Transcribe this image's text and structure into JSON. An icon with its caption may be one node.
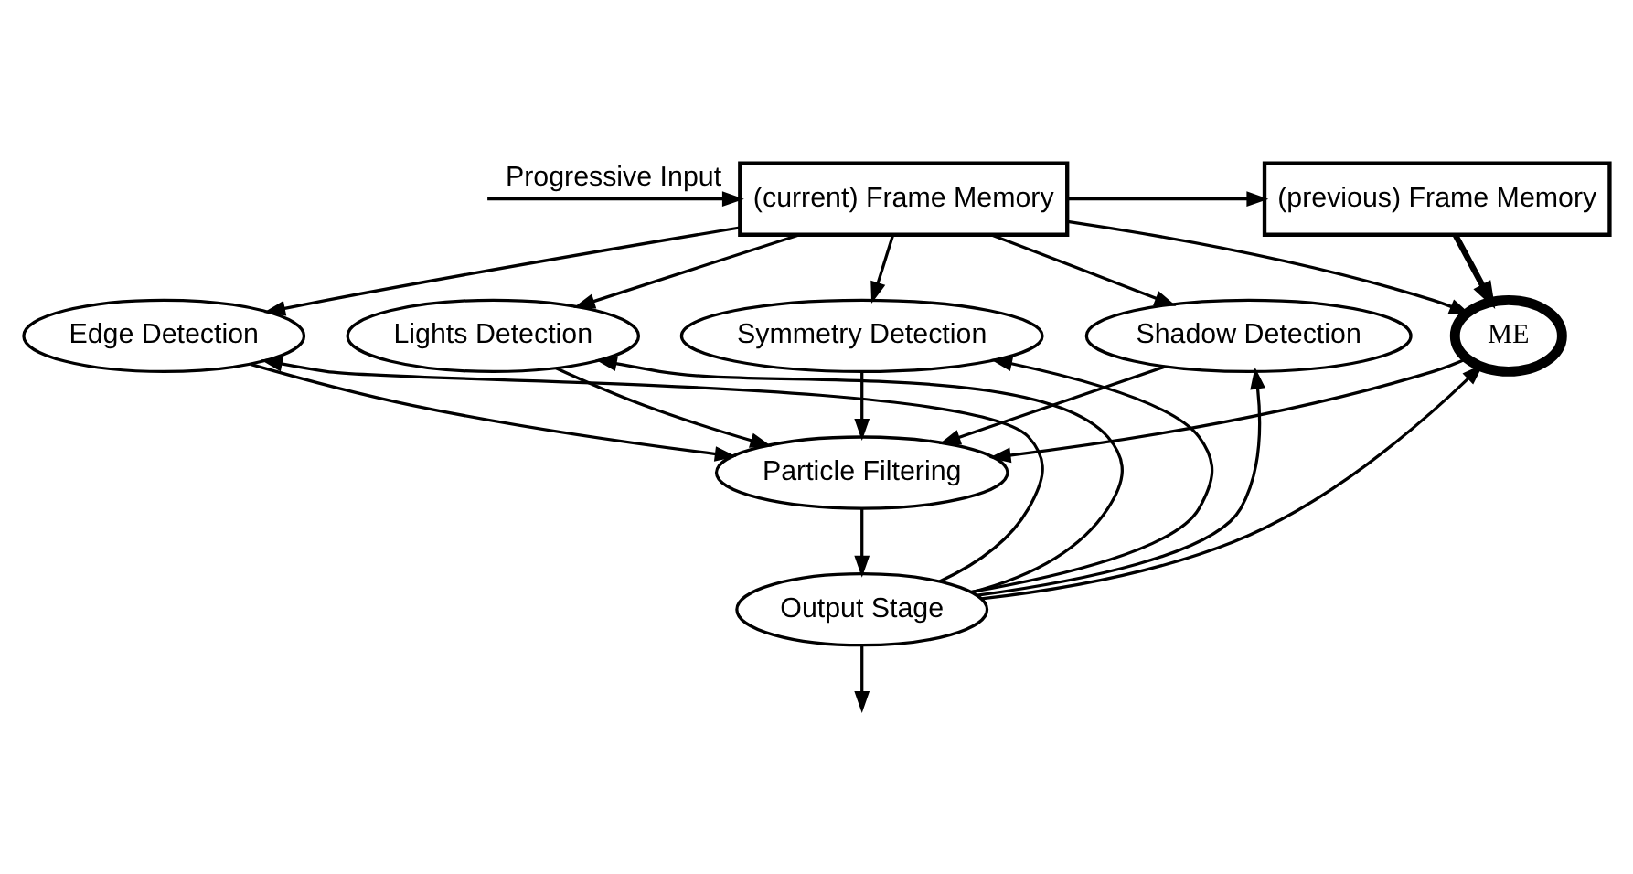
{
  "diagram": {
    "nodes": [
      {
        "text": [
          "(current) Frame Memory"
        ]
      },
      {
        "text": [
          "(previous) Frame Memory"
        ]
      },
      {
        "text": [
          "Edge Detection"
        ]
      },
      {
        "text": [
          "Lights Detection"
        ]
      },
      {
        "text": [
          "Symmetry Detection"
        ]
      },
      {
        "text": [
          "Shadow Detection"
        ]
      },
      {
        "text": [
          "ME"
        ]
      },
      {
        "text": [
          "Particle Filtering"
        ]
      },
      {
        "text": [
          "Output Stage"
        ]
      }
    ],
    "edges": [
      {
        "from": null,
        "to": 0,
        "arrow": "to",
        "label": "Progressive Input"
      },
      {
        "from": 0,
        "to": 1,
        "arrow": "to"
      },
      {
        "from": 0,
        "to": 2,
        "arrow": "to"
      },
      {
        "from": 0,
        "to": 3,
        "arrow": "to"
      },
      {
        "from": 0,
        "to": 4,
        "arrow": "to"
      },
      {
        "from": 0,
        "to": 5,
        "arrow": "to"
      },
      {
        "from": 0,
        "to": 6,
        "arrow": "to"
      },
      {
        "from": 1,
        "to": 6,
        "arrow": "to",
        "style": "thick"
      },
      {
        "from": 2,
        "to": 7,
        "arrow": "to"
      },
      {
        "from": 3,
        "to": 7,
        "arrow": "to"
      },
      {
        "from": 4,
        "to": 7,
        "arrow": "to"
      },
      {
        "from": 5,
        "to": 7,
        "arrow": "to"
      },
      {
        "from": 6,
        "to": 7,
        "arrow": "to"
      },
      {
        "from": 7,
        "to": 8,
        "arrow": "to"
      },
      {
        "from": 8,
        "to": null,
        "arrow": "to"
      },
      {
        "from": 8,
        "to": 2,
        "arrow": "to"
      },
      {
        "from": 8,
        "to": 3,
        "arrow": "to"
      },
      {
        "from": 8,
        "to": 4,
        "arrow": "to"
      },
      {
        "from": 8,
        "to": 5,
        "arrow": "to"
      },
      {
        "from": 8,
        "to": 6,
        "arrow": "to"
      }
    ]
  }
}
